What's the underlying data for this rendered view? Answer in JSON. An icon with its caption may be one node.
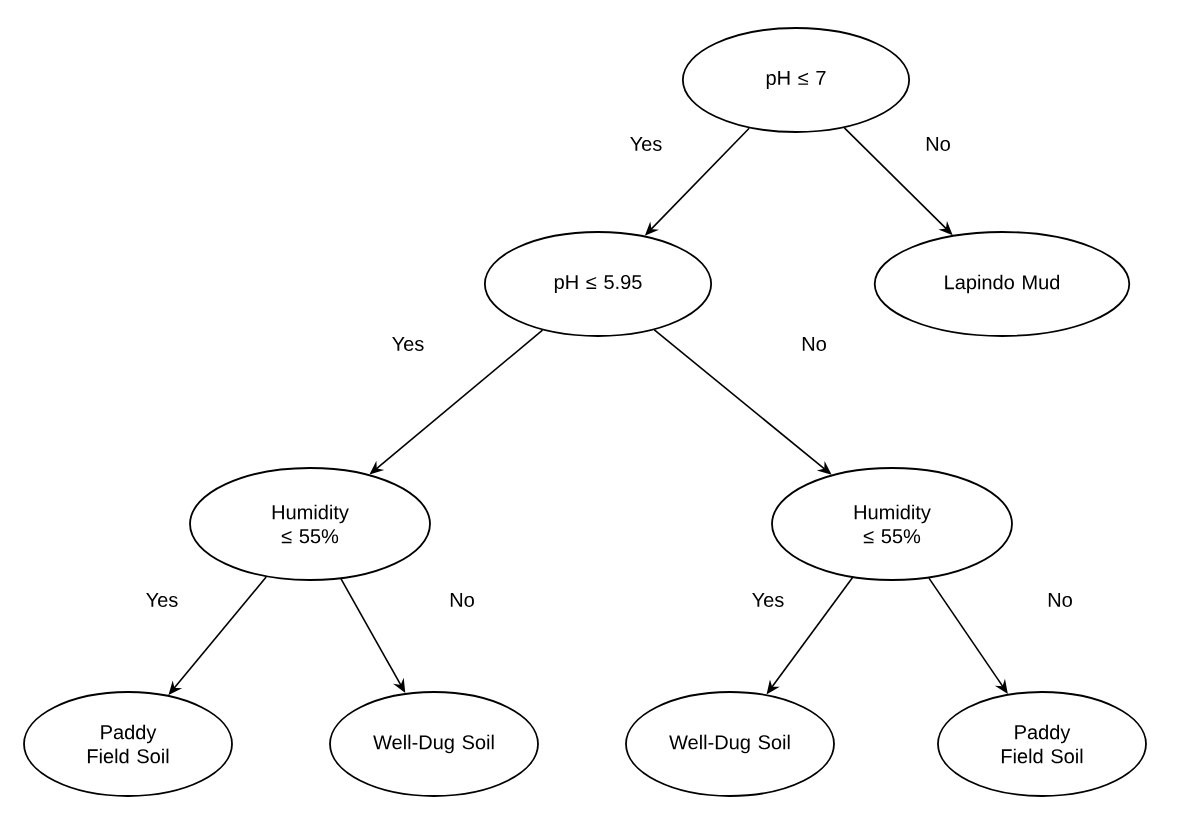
{
  "diagram": {
    "nodes": [
      {
        "text": [
          "pH ≤ 7"
        ]
      },
      {
        "text": [
          "pH ≤ 5.95"
        ]
      },
      {
        "text": [
          "Lapindo Mud"
        ]
      },
      {
        "text": [
          "Humidity ≤ 55%"
        ]
      },
      {
        "text": [
          "Humidity ≤ 55%"
        ]
      },
      {
        "text": [
          "Paddy Field Soil"
        ]
      },
      {
        "text": [
          "Well-Dug Soil"
        ]
      },
      {
        "text": [
          "Well-Dug Soil"
        ]
      },
      {
        "text": [
          "Paddy Field Soil"
        ]
      }
    ],
    "edges": [
      {
        "from": 0,
        "to": 1,
        "arrow": "to",
        "label": "Yes"
      },
      {
        "from": 0,
        "to": 2,
        "arrow": "to",
        "label": "No"
      },
      {
        "from": 1,
        "to": 3,
        "arrow": "to",
        "label": "Yes"
      },
      {
        "from": 1,
        "to": 4,
        "arrow": "to",
        "label": "No"
      },
      {
        "from": 3,
        "to": 5,
        "arrow": "to",
        "label": "Yes"
      },
      {
        "from": 3,
        "to": 6,
        "arrow": "to",
        "label": "No"
      },
      {
        "from": 4,
        "to": 7,
        "arrow": "to",
        "label": "Yes"
      },
      {
        "from": 4,
        "to": 8,
        "arrow": "to",
        "label": "No"
      }
    ]
  }
}
